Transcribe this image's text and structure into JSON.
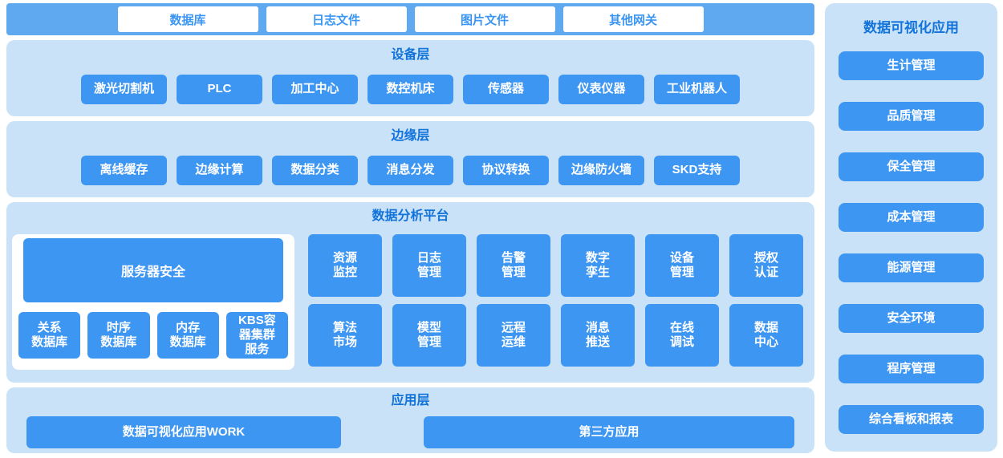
{
  "colors": {
    "button_blue": "#3e96f3",
    "topbar_blue": "#5fa9f0",
    "panel_light_blue": "#c9e2f8",
    "title_text_blue": "#1273db",
    "button_text": "#ffffff"
  },
  "gateway_bar": {
    "items": [
      "数据库",
      "日志文件",
      "图片文件",
      "其他网关"
    ]
  },
  "device_layer": {
    "title": "设备层",
    "items": [
      "激光切割机",
      "PLC",
      "加工中心",
      "数控机床",
      "传感器",
      "仪表仪器",
      "工业机器人"
    ]
  },
  "edge_layer": {
    "title": "边缘层",
    "items": [
      "离线缓存",
      "边缘计算",
      "数据分类",
      "消息分发",
      "协议转换",
      "边缘防火墙",
      "SKD支持"
    ]
  },
  "analysis_platform": {
    "title": "数据分析平台",
    "server_security_label": "服务器安全",
    "databases": [
      "关系\n数据库",
      "时序\n数据库",
      "内存\n数据库",
      "KBS容\n器集群\n服务"
    ],
    "modules": [
      "资源\n监控",
      "日志\n管理",
      "告警\n管理",
      "数字\n孪生",
      "设备\n管理",
      "授权\n认证",
      "算法\n市场",
      "模型\n管理",
      "远程\n运维",
      "消息\n推送",
      "在线\n调试",
      "数据\n中心"
    ]
  },
  "application_layer": {
    "title": "应用层",
    "items": [
      "数据可视化应用WORK",
      "第三方应用"
    ]
  },
  "sidebar": {
    "title": "数据可视化应用",
    "items": [
      "生计管理",
      "品质管理",
      "保全管理",
      "成本管理",
      "能源管理",
      "安全环境",
      "程序管理",
      "综合看板和报表"
    ]
  }
}
